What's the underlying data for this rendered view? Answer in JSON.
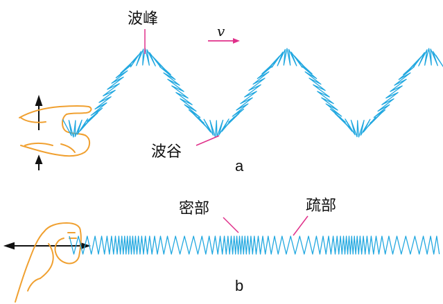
{
  "panel_a": {
    "label": "a",
    "crest_label": "波峰",
    "trough_label": "波谷",
    "velocity_label": "v"
  },
  "panel_b": {
    "label": "b",
    "compression_label": "密部",
    "rarefaction_label": "疏部"
  },
  "colors": {
    "spring": "#22a8e0",
    "hand": "#f0a030",
    "pointer": "#e0308a",
    "arrow": "#111111"
  }
}
